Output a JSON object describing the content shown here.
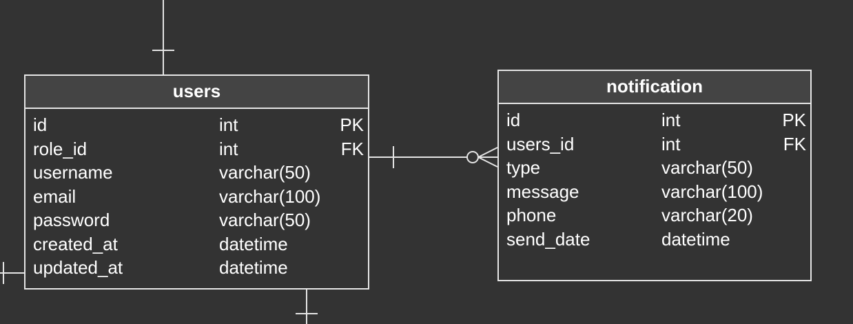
{
  "entities": {
    "users": {
      "title": "users",
      "columns": [
        {
          "name": "id",
          "type": "int",
          "key": "PK"
        },
        {
          "name": "role_id",
          "type": "int",
          "key": "FK"
        },
        {
          "name": "username",
          "type": "varchar(50)",
          "key": ""
        },
        {
          "name": "email",
          "type": "varchar(100)",
          "key": ""
        },
        {
          "name": "password",
          "type": "varchar(50)",
          "key": ""
        },
        {
          "name": "created_at",
          "type": "datetime",
          "key": ""
        },
        {
          "name": "updated_at",
          "type": "datetime",
          "key": ""
        }
      ]
    },
    "notification": {
      "title": "notification",
      "columns": [
        {
          "name": "id",
          "type": "int",
          "key": "PK"
        },
        {
          "name": "users_id",
          "type": "int",
          "key": "FK"
        },
        {
          "name": "type",
          "type": "varchar(50)",
          "key": ""
        },
        {
          "name": "message",
          "type": "varchar(100)",
          "key": ""
        },
        {
          "name": "phone",
          "type": "varchar(20)",
          "key": ""
        },
        {
          "name": "send_date",
          "type": "datetime",
          "key": ""
        }
      ]
    }
  },
  "relationships": [
    {
      "from": "users",
      "to": "notification",
      "from_cardinality": "one",
      "to_cardinality": "zero-or-many"
    }
  ],
  "colors": {
    "background": "#333333",
    "header": "#444444",
    "line": "#e6e6e6",
    "text": "#ffffff"
  }
}
